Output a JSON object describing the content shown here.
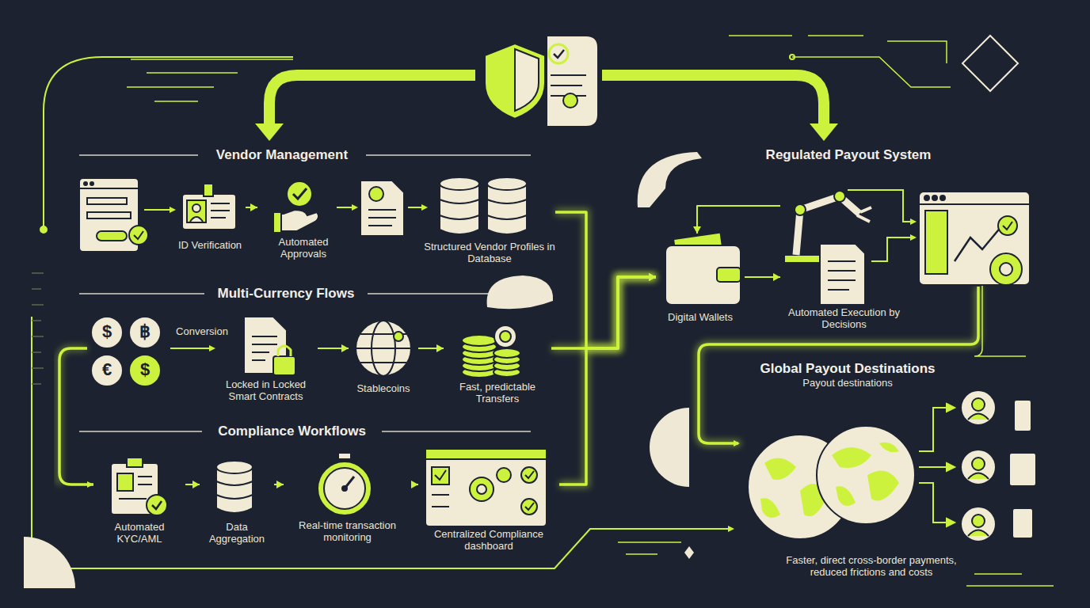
{
  "diagram": {
    "nodes": [
      {
        "text": [
          "ID Verification"
        ]
      },
      {
        "text": [
          "Automated Approvals"
        ]
      },
      {
        "text": [
          "Structured Vendor Profiles in Database"
        ]
      },
      {
        "text": [
          "Locked in Locked Smart Contracts"
        ]
      },
      {
        "text": [
          "Stablecoins"
        ]
      },
      {
        "text": [
          "Fast, predictable Transfers"
        ]
      },
      {
        "text": [
          "Automated KYC/AML"
        ]
      },
      {
        "text": [
          "Data Aggregation"
        ]
      },
      {
        "text": [
          "Real-time transaction monitoring"
        ]
      },
      {
        "text": [
          "Centralized Compliance dashboard"
        ]
      },
      {
        "text": [
          "Digital Wallets"
        ]
      },
      {
        "text": [
          "Automated Execution by Decisions"
        ]
      },
      {
        "text": [
          "Global Payout Destinations",
          "Payout destinations"
        ]
      }
    ],
    "edges": [
      {
        "from": 0,
        "to": 1,
        "arrow": "to"
      },
      {
        "from": 3,
        "to": 4,
        "arrow": "to"
      },
      {
        "from": 4,
        "to": 5,
        "arrow": "to"
      },
      {
        "from": 6,
        "to": 7,
        "arrow": "to"
      },
      {
        "from": 7,
        "to": 8,
        "arrow": "to"
      },
      {
        "from": 8,
        "to": 9,
        "arrow": "to"
      },
      {
        "from": 2,
        "to": 10,
        "arrow": "to"
      },
      {
        "from": 5,
        "to": 10,
        "arrow": "to"
      },
      {
        "from": 9,
        "to": 10,
        "arrow": "to"
      },
      {
        "from": 10,
        "to": 11,
        "arrow": "to"
      },
      {
        "from": 11,
        "to": 10,
        "arrow": "to"
      }
    ],
    "labels": [
      "Vendor Management",
      "Multi-Currency Flows",
      "Conversion",
      "Compliance Workflows",
      "Regulated Payout System",
      "Faster, direct cross-border payments, reduced frictions and costs",
      "$",
      "฿",
      "€",
      "$"
    ]
  }
}
